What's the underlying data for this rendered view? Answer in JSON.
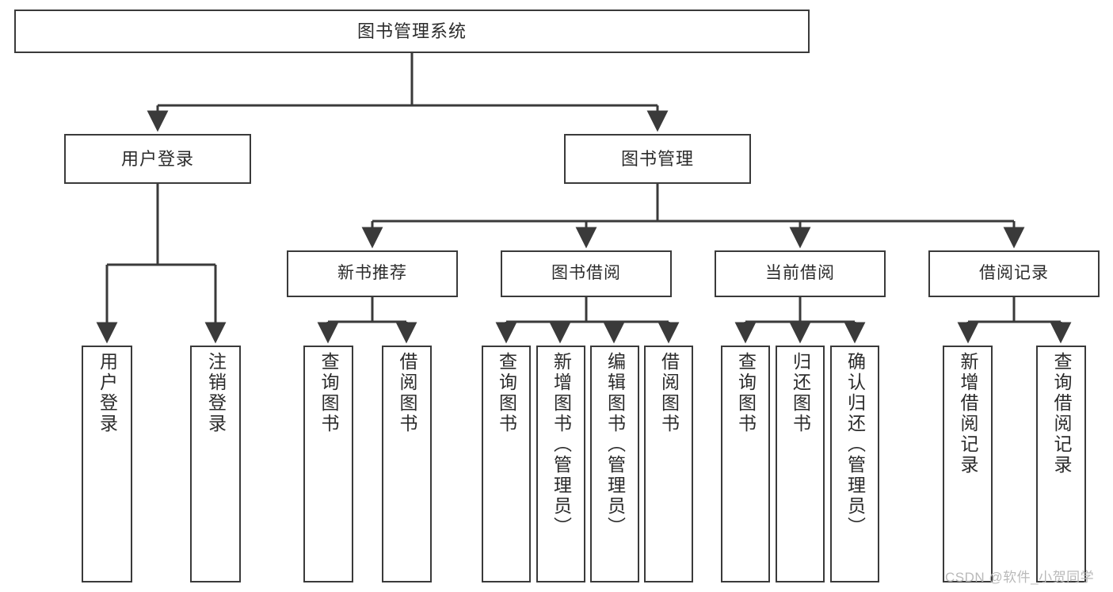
{
  "diagram": {
    "title": "图书管理系统",
    "type": "tree-hierarchy",
    "root": {
      "id": "root",
      "label": "图书管理系统",
      "orientation": "horizontal"
    },
    "level2": [
      {
        "id": "user-login",
        "label": "用户登录",
        "orientation": "horizontal"
      },
      {
        "id": "book-management",
        "label": "图书管理",
        "orientation": "horizontal"
      }
    ],
    "level3": [
      {
        "id": "new-book-recommend",
        "label": "新书推荐",
        "orientation": "horizontal"
      },
      {
        "id": "book-borrow",
        "label": "图书借阅",
        "orientation": "horizontal"
      },
      {
        "id": "current-borrow",
        "label": "当前借阅",
        "orientation": "horizontal"
      },
      {
        "id": "borrow-record",
        "label": "借阅记录",
        "orientation": "horizontal"
      }
    ],
    "leaves": [
      {
        "id": "leaf-user-login",
        "label": "用户登录",
        "parent": "user-login",
        "orientation": "vertical"
      },
      {
        "id": "leaf-logout-login",
        "label": "注销登录",
        "parent": "user-login",
        "orientation": "vertical"
      },
      {
        "id": "leaf-query-book-1",
        "label": "查询图书",
        "parent": "new-book-recommend",
        "orientation": "vertical"
      },
      {
        "id": "leaf-borrow-book-1",
        "label": "借阅图书",
        "parent": "new-book-recommend",
        "orientation": "vertical"
      },
      {
        "id": "leaf-query-book-2",
        "label": "查询图书",
        "parent": "book-borrow",
        "orientation": "vertical"
      },
      {
        "id": "leaf-add-book",
        "label": "新增图书（管理员）",
        "parent": "book-borrow",
        "orientation": "vertical"
      },
      {
        "id": "leaf-edit-book",
        "label": "编辑图书（管理员）",
        "parent": "book-borrow",
        "orientation": "vertical"
      },
      {
        "id": "leaf-borrow-book-2",
        "label": "借阅图书",
        "parent": "book-borrow",
        "orientation": "vertical"
      },
      {
        "id": "leaf-query-book-3",
        "label": "查询图书",
        "parent": "current-borrow",
        "orientation": "vertical"
      },
      {
        "id": "leaf-return-book",
        "label": "归还图书",
        "parent": "current-borrow",
        "orientation": "vertical"
      },
      {
        "id": "leaf-confirm-return",
        "label": "确认归还（管理员）",
        "parent": "current-borrow",
        "orientation": "vertical"
      },
      {
        "id": "leaf-add-record",
        "label": "新增借阅记录",
        "parent": "borrow-record",
        "orientation": "vertical"
      },
      {
        "id": "leaf-query-record",
        "label": "查询借阅记录",
        "parent": "borrow-record",
        "orientation": "vertical"
      }
    ],
    "watermark": "CSDN @软件_小贺同学",
    "colors": {
      "stroke": "#3a3a3a",
      "fill": "#ffffff",
      "text": "#2b2b2b",
      "watermark": "#b9b9b9"
    }
  }
}
